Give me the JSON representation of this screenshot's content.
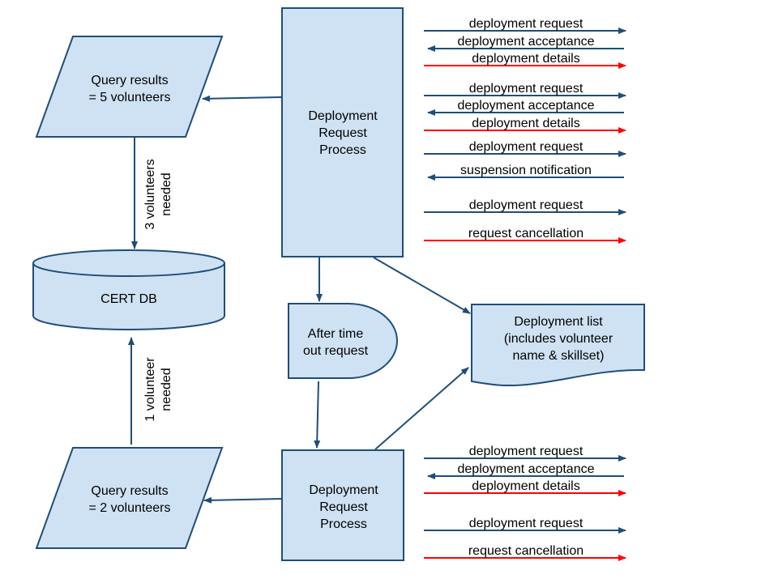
{
  "diagram": {
    "nodes": {
      "query_top": {
        "lines": [
          "Query results",
          "= 5 volunteers"
        ]
      },
      "cert_db": {
        "lines": [
          "CERT DB"
        ]
      },
      "query_bottom": {
        "lines": [
          "Query results",
          "= 2 volunteers"
        ]
      },
      "process_top": {
        "lines": [
          "Deployment",
          "Request",
          "Process"
        ]
      },
      "process_bottom": {
        "lines": [
          "Deployment",
          "Request",
          "Process"
        ]
      },
      "timeout": {
        "lines": [
          "After time",
          "out request"
        ]
      },
      "deployment_list": {
        "lines": [
          "Deployment list",
          "(includes volunteer",
          "name & skillset)"
        ]
      }
    },
    "edge_labels": {
      "top_to_db": [
        "3 volunteers",
        "needed"
      ],
      "bottom_to_db": [
        "1 volunteer",
        "needed"
      ]
    },
    "colors": {
      "shape_fill": "#cfe2f3",
      "stroke": "#1f4e79",
      "alert": "#ff0000"
    },
    "messages_top": [
      {
        "label": "deployment request",
        "dir": "right",
        "color": "blue"
      },
      {
        "label": "deployment acceptance",
        "dir": "left",
        "color": "blue"
      },
      {
        "label": "deployment details",
        "dir": "right",
        "color": "red"
      },
      {
        "label": "deployment request",
        "dir": "right",
        "color": "blue"
      },
      {
        "label": "deployment acceptance",
        "dir": "left",
        "color": "blue"
      },
      {
        "label": "deployment details",
        "dir": "right",
        "color": "red"
      },
      {
        "label": "deployment request",
        "dir": "right",
        "color": "blue"
      },
      {
        "label": "suspension notification",
        "dir": "left",
        "color": "blue"
      },
      {
        "label": "deployment request",
        "dir": "right",
        "color": "blue"
      },
      {
        "label": "request cancellation",
        "dir": "right",
        "color": "red"
      }
    ],
    "messages_bottom": [
      {
        "label": "deployment request",
        "dir": "right",
        "color": "blue"
      },
      {
        "label": "deployment acceptance",
        "dir": "left",
        "color": "blue"
      },
      {
        "label": "deployment details",
        "dir": "right",
        "color": "red"
      },
      {
        "label": "deployment request",
        "dir": "right",
        "color": "blue"
      },
      {
        "label": "request cancellation",
        "dir": "right",
        "color": "red"
      }
    ]
  }
}
